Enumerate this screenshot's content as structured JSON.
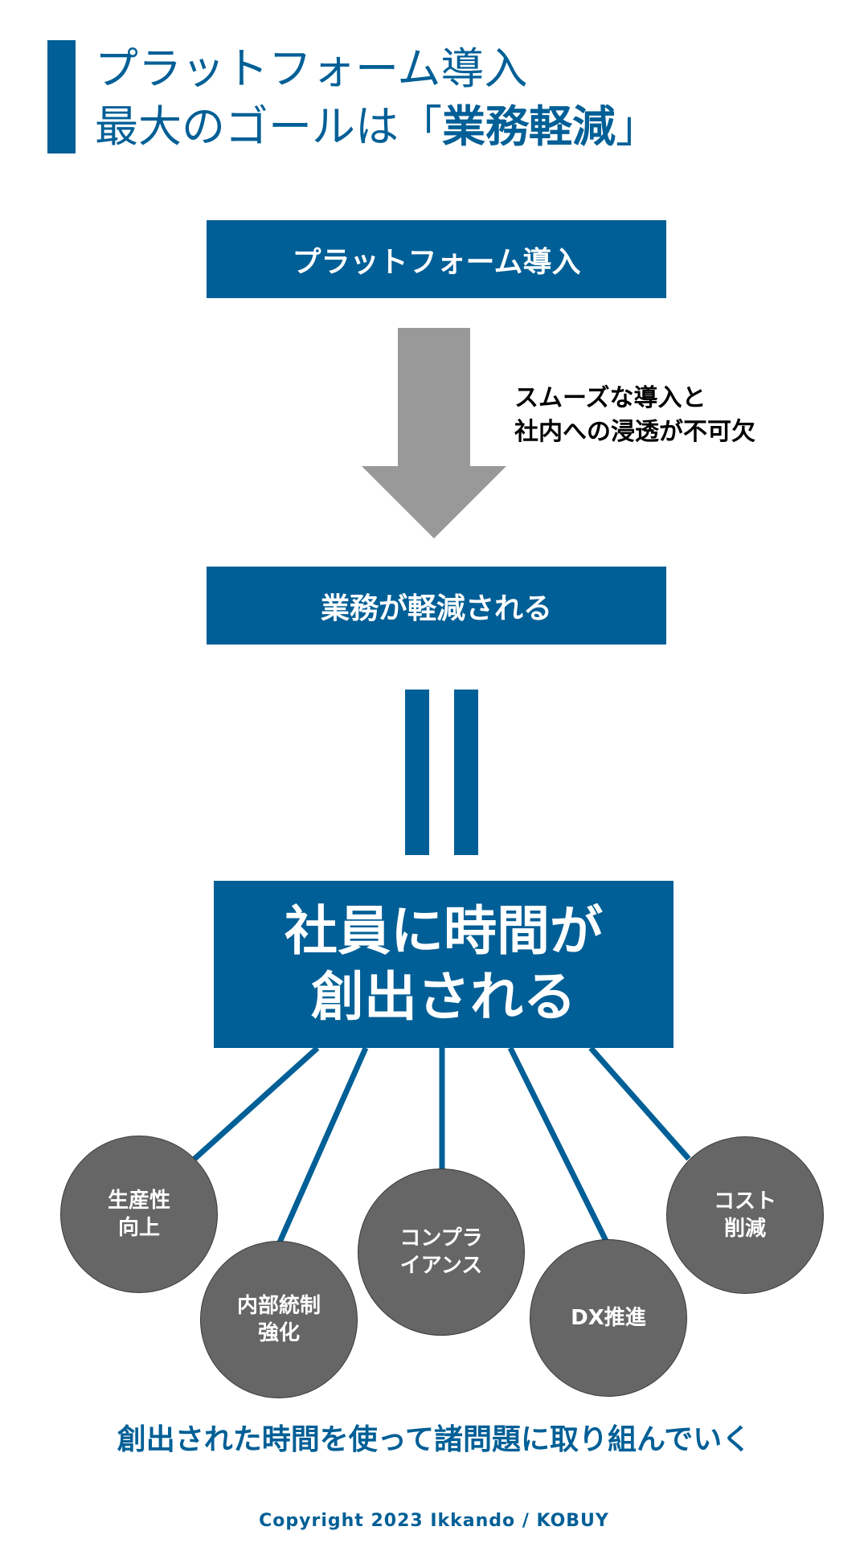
{
  "title": {
    "line1": "プラットフォーム導入",
    "line2_prefix": "最大のゴールは「",
    "line2_emphasis": "業務軽減",
    "line2_suffix": "」"
  },
  "flow": {
    "step1": "プラットフォーム導入",
    "arrow_icon": "down-arrow-icon",
    "note_line1": "スムーズな導入と",
    "note_line2": "社内への浸透が不可欠",
    "step2": "業務が軽減される",
    "equals_icon": "equals-icon",
    "result_line1": "社員に時間が",
    "result_line2": "創出される"
  },
  "benefits": [
    {
      "line1": "生産性",
      "line2": "向上"
    },
    {
      "line1": "内部統制",
      "line2": "強化"
    },
    {
      "line1": "コンプラ",
      "line2": "イアンス"
    },
    {
      "line1": "DX推進",
      "line2": ""
    },
    {
      "line1": "コスト",
      "line2": "削減"
    }
  ],
  "footer": {
    "message": "創出された時間を使って諸問題に取り組んでいく",
    "copyright": "Copyright 2023 Ikkando / KOBUY"
  },
  "colors": {
    "primary": "#005f96",
    "arrow": "#999999",
    "circle": "#666666",
    "text_on_dark": "#ffffff"
  }
}
